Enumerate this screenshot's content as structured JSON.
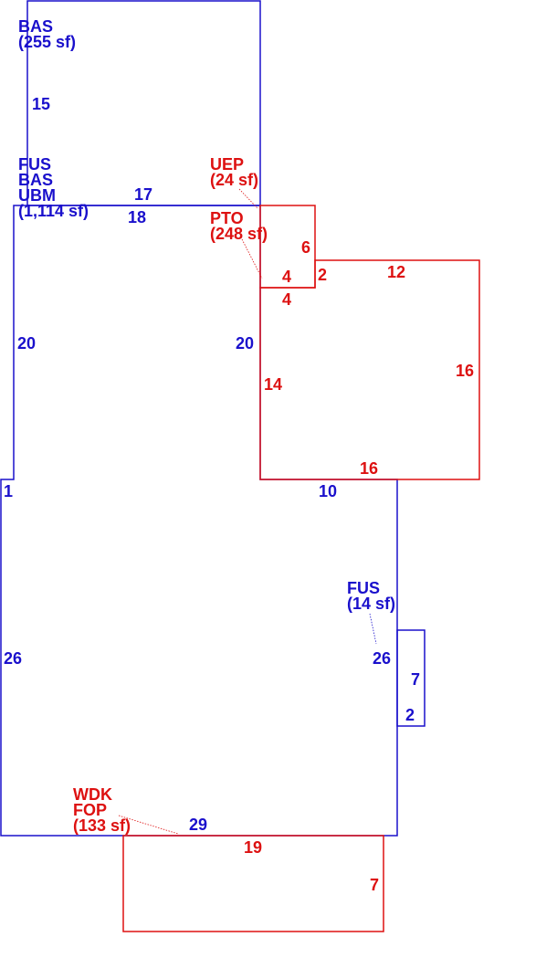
{
  "colors": {
    "living": "#1a10cc",
    "exterior": "#dd1111",
    "background": "#ffffff"
  },
  "areas": {
    "bas_upper": {
      "lines": [
        "BAS",
        "(255 sf)"
      ]
    },
    "main": {
      "lines": [
        "FUS",
        "BAS",
        "UBM",
        "(1,114 sf)"
      ]
    },
    "uep": {
      "lines": [
        "UEP",
        "(24 sf)"
      ]
    },
    "pto": {
      "lines": [
        "PTO",
        "(248 sf)"
      ]
    },
    "fus_small": {
      "lines": [
        "FUS",
        "(14 sf)"
      ]
    },
    "deck": {
      "lines": [
        "WDK",
        "FOP",
        "(133 sf)"
      ]
    }
  },
  "dimensions": {
    "bas_left": "15",
    "bas_bottom": "17",
    "main_top": "18",
    "main_left_upper": "20",
    "main_right_upper": "20",
    "main_step": "1",
    "main_mid": "10",
    "main_left_lower": "26",
    "main_right_lower": "26",
    "main_bottom": "29",
    "fus_right": "7",
    "fus_bottom": "2",
    "uep_right": "6",
    "uep_bottom_inner": "4",
    "uep_bottom_outer": "4",
    "uep_step": "2",
    "pto_top": "12",
    "pto_right": "16",
    "pto_left": "14",
    "pto_bottom": "16",
    "deck_top": "19",
    "deck_right": "7"
  }
}
